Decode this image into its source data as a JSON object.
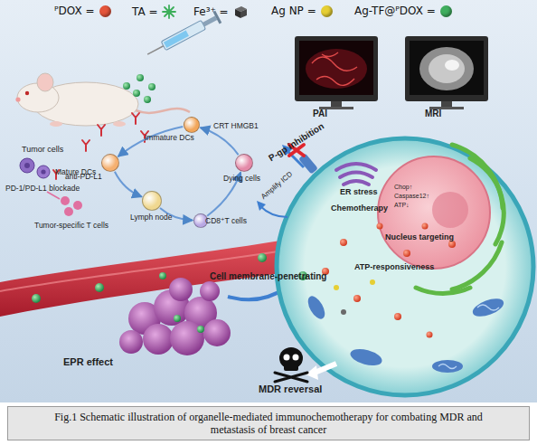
{
  "diagram": {
    "caption": "Fig.1 Schematic illustration of organelle-mediated immunochemotherapy for combating MDR and metastasis of breast cancer",
    "nodes": [
      {
        "text": [
          "Immature DCs"
        ]
      },
      {
        "text": [
          "Dying cells"
        ]
      },
      {
        "text": [
          "Mature DCs"
        ]
      },
      {
        "text": [
          "Lymph node"
        ]
      },
      {
        "text": [
          "CD8⁺T cells"
        ]
      }
    ],
    "edges": [
      {
        "from": 0,
        "to": 2,
        "arrow": "to"
      },
      {
        "from": 2,
        "to": 3,
        "arrow": "to"
      },
      {
        "from": 3,
        "to": 4,
        "arrow": "to"
      },
      {
        "from": 4,
        "to": 1,
        "arrow": "to"
      },
      {
        "from": 1,
        "to": 0,
        "arrow": "to"
      }
    ],
    "labels": [
      "Tumor cells",
      "anti-PD-L1",
      "PD-1/PD-L1 blockade",
      "Tumor-specific T cells",
      "CRT HMGB1",
      "PAI",
      "MRI",
      "P-gp inhibition",
      "Amplify ICD",
      "ER stress",
      "Chop↑",
      "Caspase12↑",
      "ATP↓",
      "Chemotherapy",
      "Nucleus targeting",
      "ATP-responsiveness",
      "Cell membrane-penetrating",
      "EPR effect",
      "MDR reversal"
    ],
    "legend": [
      {
        "text": "ᴾDOX =",
        "color": "#e4553b"
      },
      {
        "text": "TA ="
      },
      {
        "text": "Fe³⁺ ="
      },
      {
        "text": "Ag NP =",
        "color": "#e6cf34"
      },
      {
        "text": "Ag-TF@ᴾDOX =",
        "color": "#3fae5e"
      }
    ]
  }
}
